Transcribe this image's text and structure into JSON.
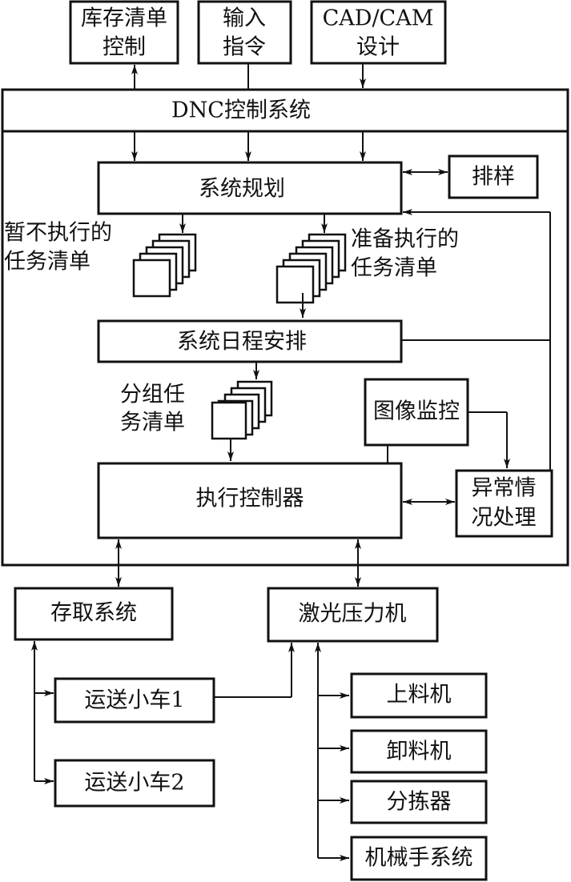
{
  "diagram": {
    "top_inputs": {
      "inventory": [
        "库存清单",
        "控制"
      ],
      "command": [
        "输入",
        "指令"
      ],
      "cadcam": [
        "CAD/CAM",
        "设计"
      ]
    },
    "dnc_title": "DNC控制系统",
    "system_planning": "系统规划",
    "nesting": "排样",
    "deferred_tasks": [
      "暂不执行的",
      "任务清单"
    ],
    "ready_tasks": [
      "准备执行的",
      "任务清单"
    ],
    "scheduling": "系统日程安排",
    "group_tasks": [
      "分组任",
      "务清单"
    ],
    "image_monitor": "图像监控",
    "exception": [
      "异常情",
      "况处理"
    ],
    "executor": "执行控制器",
    "storage": "存取系统",
    "laser_press": "激光压力机",
    "cart1": "运送小车1",
    "cart2": "运送小车2",
    "loader": "上料机",
    "unloader": "卸料机",
    "sorter": "分拣器",
    "robot": "机械手系统"
  }
}
